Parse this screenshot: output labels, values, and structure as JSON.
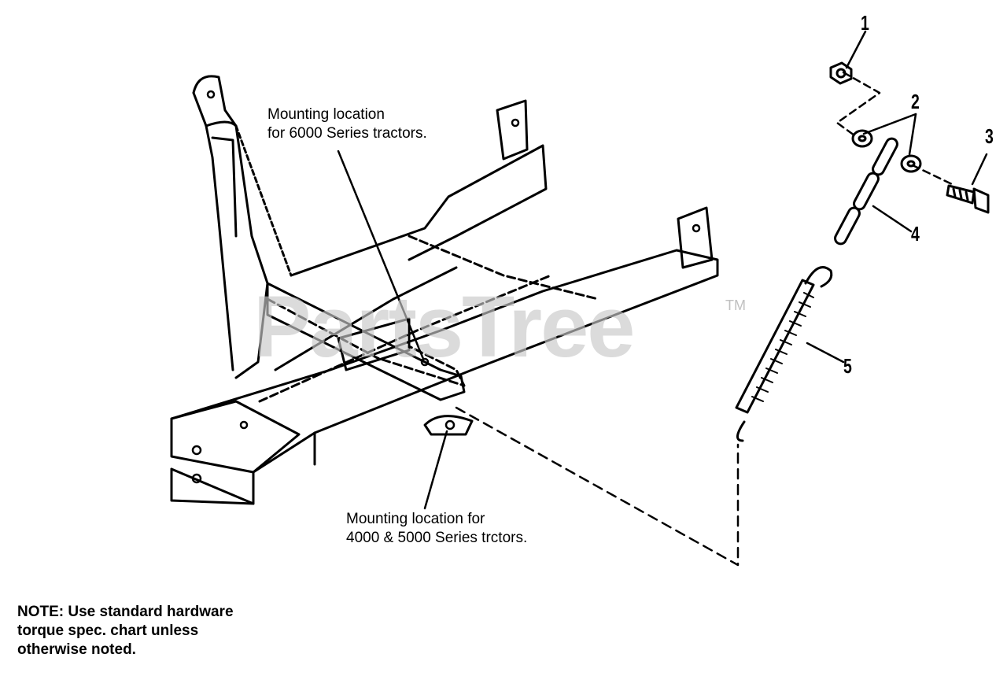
{
  "callouts": [
    {
      "text": "Mounting location\nfor 6000 Series tractors."
    },
    {
      "text": "Mounting location for\n4000 & 5000 Series trctors."
    }
  ],
  "parts": [
    "1",
    "2",
    "3",
    "4",
    "5"
  ],
  "note": [
    "NOTE: Use standard hardware",
    "torque spec. chart unless",
    "otherwise noted."
  ],
  "watermark": {
    "text": "PartsTree",
    "mark": "TM"
  }
}
